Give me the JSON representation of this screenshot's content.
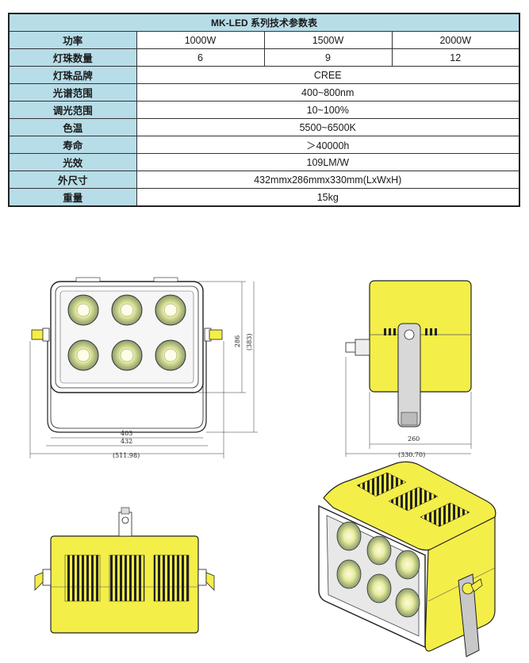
{
  "table": {
    "title": "MK-LED 系列技术参数表",
    "rows": [
      {
        "label": "功率",
        "values": [
          "1000W",
          "1500W",
          "2000W"
        ]
      },
      {
        "label": "灯珠数量",
        "values": [
          "6",
          "9",
          "12"
        ]
      },
      {
        "label": "灯珠品牌",
        "values": [
          "CREE"
        ]
      },
      {
        "label": "光谱范围",
        "values": [
          "400~800nm"
        ]
      },
      {
        "label": "调光范围",
        "values": [
          "10~100%"
        ]
      },
      {
        "label": "色温",
        "values": [
          "5500~6500K"
        ]
      },
      {
        "label": "寿命",
        "values": [
          "＞40000h"
        ]
      },
      {
        "label": "光效",
        "values": [
          "109LM/W"
        ]
      },
      {
        "label": "外尺寸",
        "values": [
          "432mmx286mmx330mm(LxWxH)"
        ]
      },
      {
        "label": "重量",
        "values": [
          "15kg"
        ]
      }
    ]
  },
  "dimensions": {
    "front_inner_width": "403",
    "front_width": "432",
    "front_total_width": "(511.98)",
    "front_height": "286",
    "front_total_height": "(383)",
    "side_width": "260",
    "side_total_width": "(330.70)"
  },
  "colors": {
    "header_bg": "#b7dde8",
    "housing_yellow": "#f4ee48",
    "border": "#222222"
  }
}
